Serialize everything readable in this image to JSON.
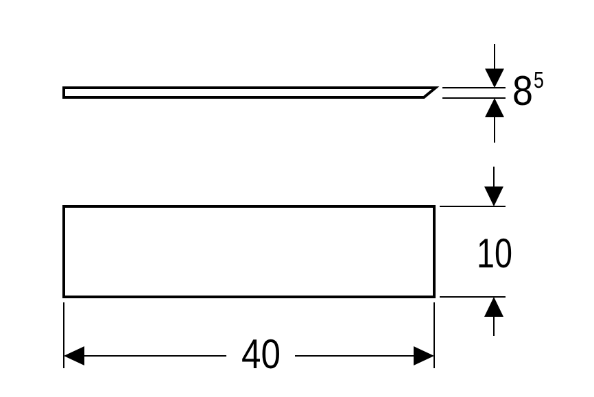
{
  "drawing": {
    "background_color": "#ffffff",
    "line_color": "#000000",
    "dimensions": {
      "thickness": {
        "main": "8",
        "superscript": "5"
      },
      "height": "10",
      "width": "40"
    }
  }
}
